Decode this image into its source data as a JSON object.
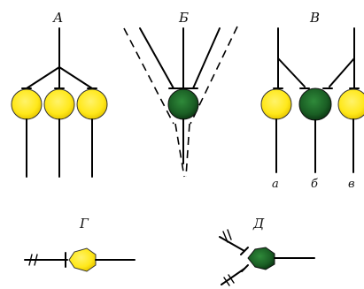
{
  "labels": {
    "A": "А",
    "B": "Б",
    "V": "В",
    "G": "Г",
    "D": "Д",
    "a": "а",
    "b": "б",
    "v": "в"
  },
  "colors": {
    "inactive_cell": "#ffee11",
    "active_cell": "#1f6b2a",
    "line": "#000000",
    "synapse_mark": "#e0c000"
  }
}
